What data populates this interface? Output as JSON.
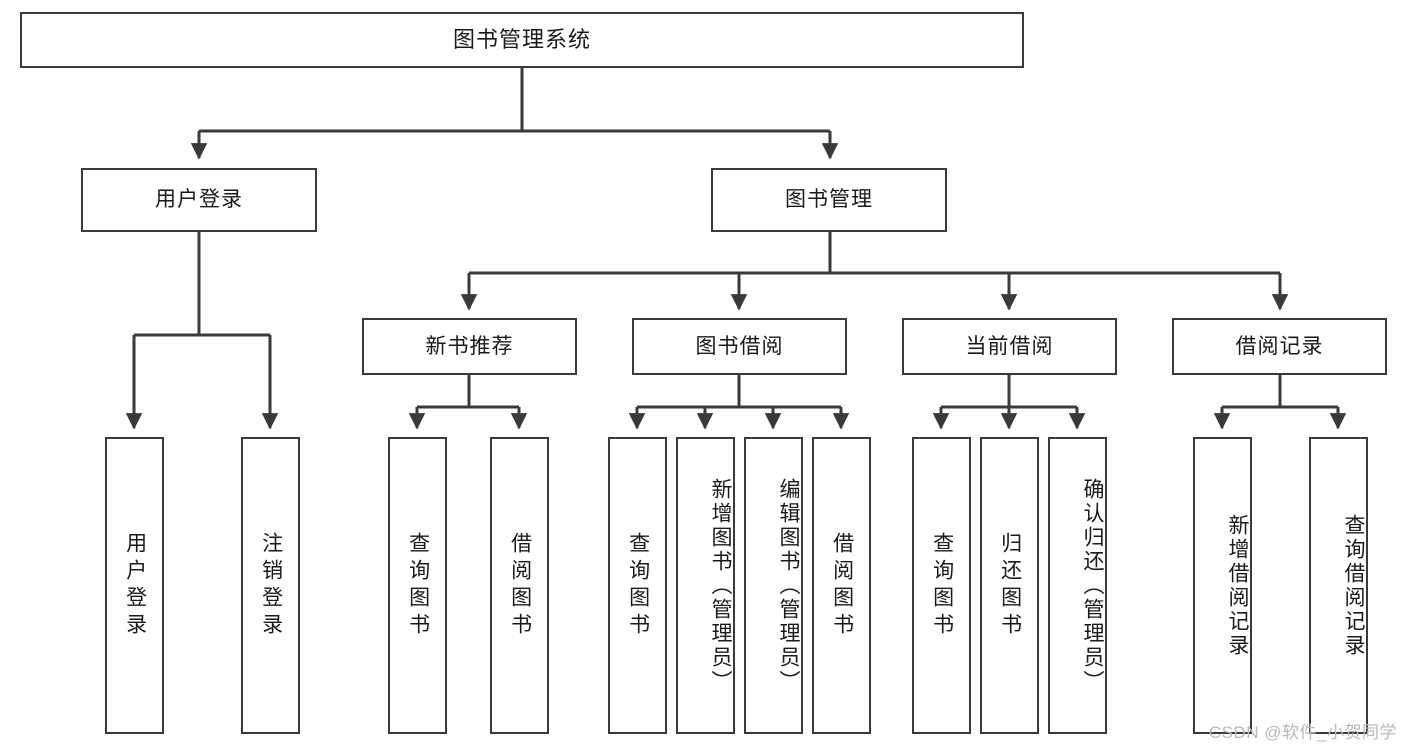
{
  "diagram": {
    "title": "图书管理系统",
    "watermark": "CSDN @软件_小贺同学",
    "line_color": "#3a3a3a",
    "box_fill": "#ffffff",
    "text_color": "#1a1a1a",
    "watermark_color": "#b9b9b9",
    "type": "tree",
    "levels": 4,
    "root": {
      "label": "图书管理系统"
    },
    "level2": [
      {
        "label": "用户登录"
      },
      {
        "label": "图书管理"
      }
    ],
    "level3": [
      {
        "label": "新书推荐"
      },
      {
        "label": "图书借阅"
      },
      {
        "label": "当前借阅"
      },
      {
        "label": "借阅记录"
      }
    ],
    "leaves_user_login": [
      {
        "label": "用户登录"
      },
      {
        "label": "注销登录"
      }
    ],
    "leaves_new_book": [
      {
        "label": "查询图书"
      },
      {
        "label": "借阅图书"
      }
    ],
    "leaves_borrow": [
      {
        "label": "查询图书"
      },
      {
        "label": "新增图书（管理员）"
      },
      {
        "label": "编辑图书（管理员）"
      },
      {
        "label": "借阅图书"
      }
    ],
    "leaves_current": [
      {
        "label": "查询图书"
      },
      {
        "label": "归还图书"
      },
      {
        "label": "确认归还（管理员）"
      }
    ],
    "leaves_record": [
      {
        "label": "新增借阅记录"
      },
      {
        "label": "查询借阅记录"
      }
    ]
  }
}
